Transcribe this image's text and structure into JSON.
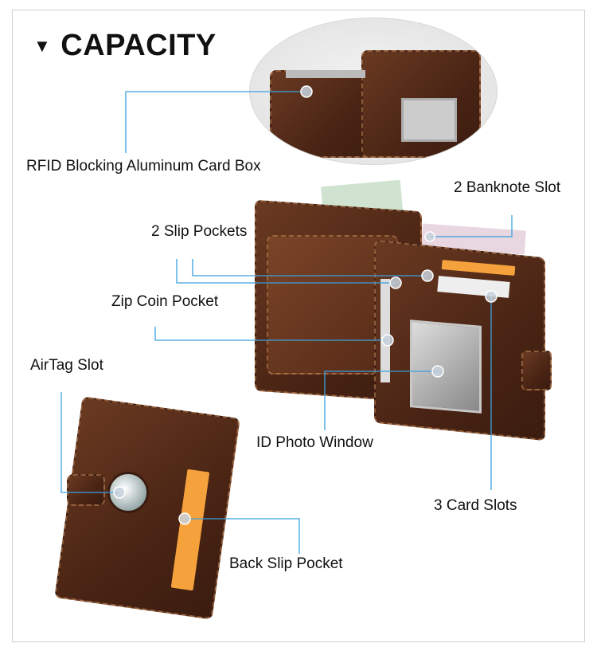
{
  "header": {
    "title": "CAPACITY",
    "marker": "▼"
  },
  "labels": {
    "rfid": "RFID Blocking  Aluminum Card Box",
    "banknote": "2 Banknote Slot",
    "slip": "2 Slip Pockets",
    "zip": "Zip Coin Pocket",
    "airtag": "AirTag Slot",
    "id_window": "ID Photo Window",
    "card_slots": "3 Card Slots",
    "back_slip": "Back Slip Pocket"
  },
  "colors": {
    "leader": "#3aa0e0",
    "leather": "#4a2414",
    "accent": "#f5a23c"
  }
}
